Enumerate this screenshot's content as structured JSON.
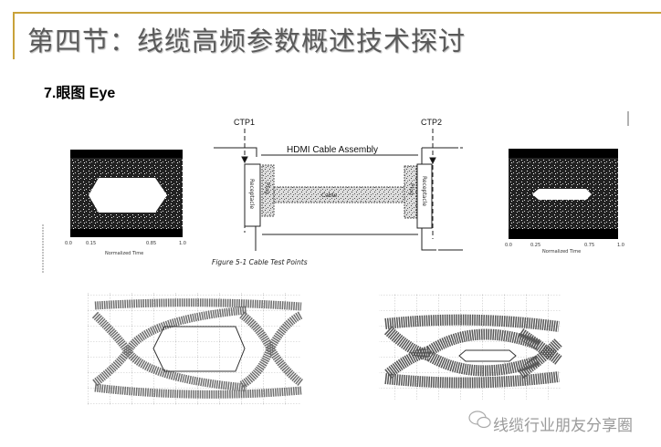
{
  "slide": {
    "title": "第四节：线缆高频参数概述技术探讨",
    "subtitle": "7.眼图 Eye",
    "accent_color": "#c9a23a"
  },
  "cable_diagram": {
    "ctp1_label": "CTP1",
    "ctp2_label": "CTP2",
    "assembly_label": "HDMI Cable Assembly",
    "receptacle_label": "Receptacle",
    "plug_label": "Plug",
    "cable_label": "Cable",
    "caption": "Figure 5-1 Cable Test Points"
  },
  "eye_left": {
    "xlabel": "Normalized Time"
  },
  "eye_right": {
    "xlabel": "Normalized Time"
  },
  "watermark": {
    "text": "线缆行业朋友分享圈",
    "icon": "wechat-icon"
  }
}
